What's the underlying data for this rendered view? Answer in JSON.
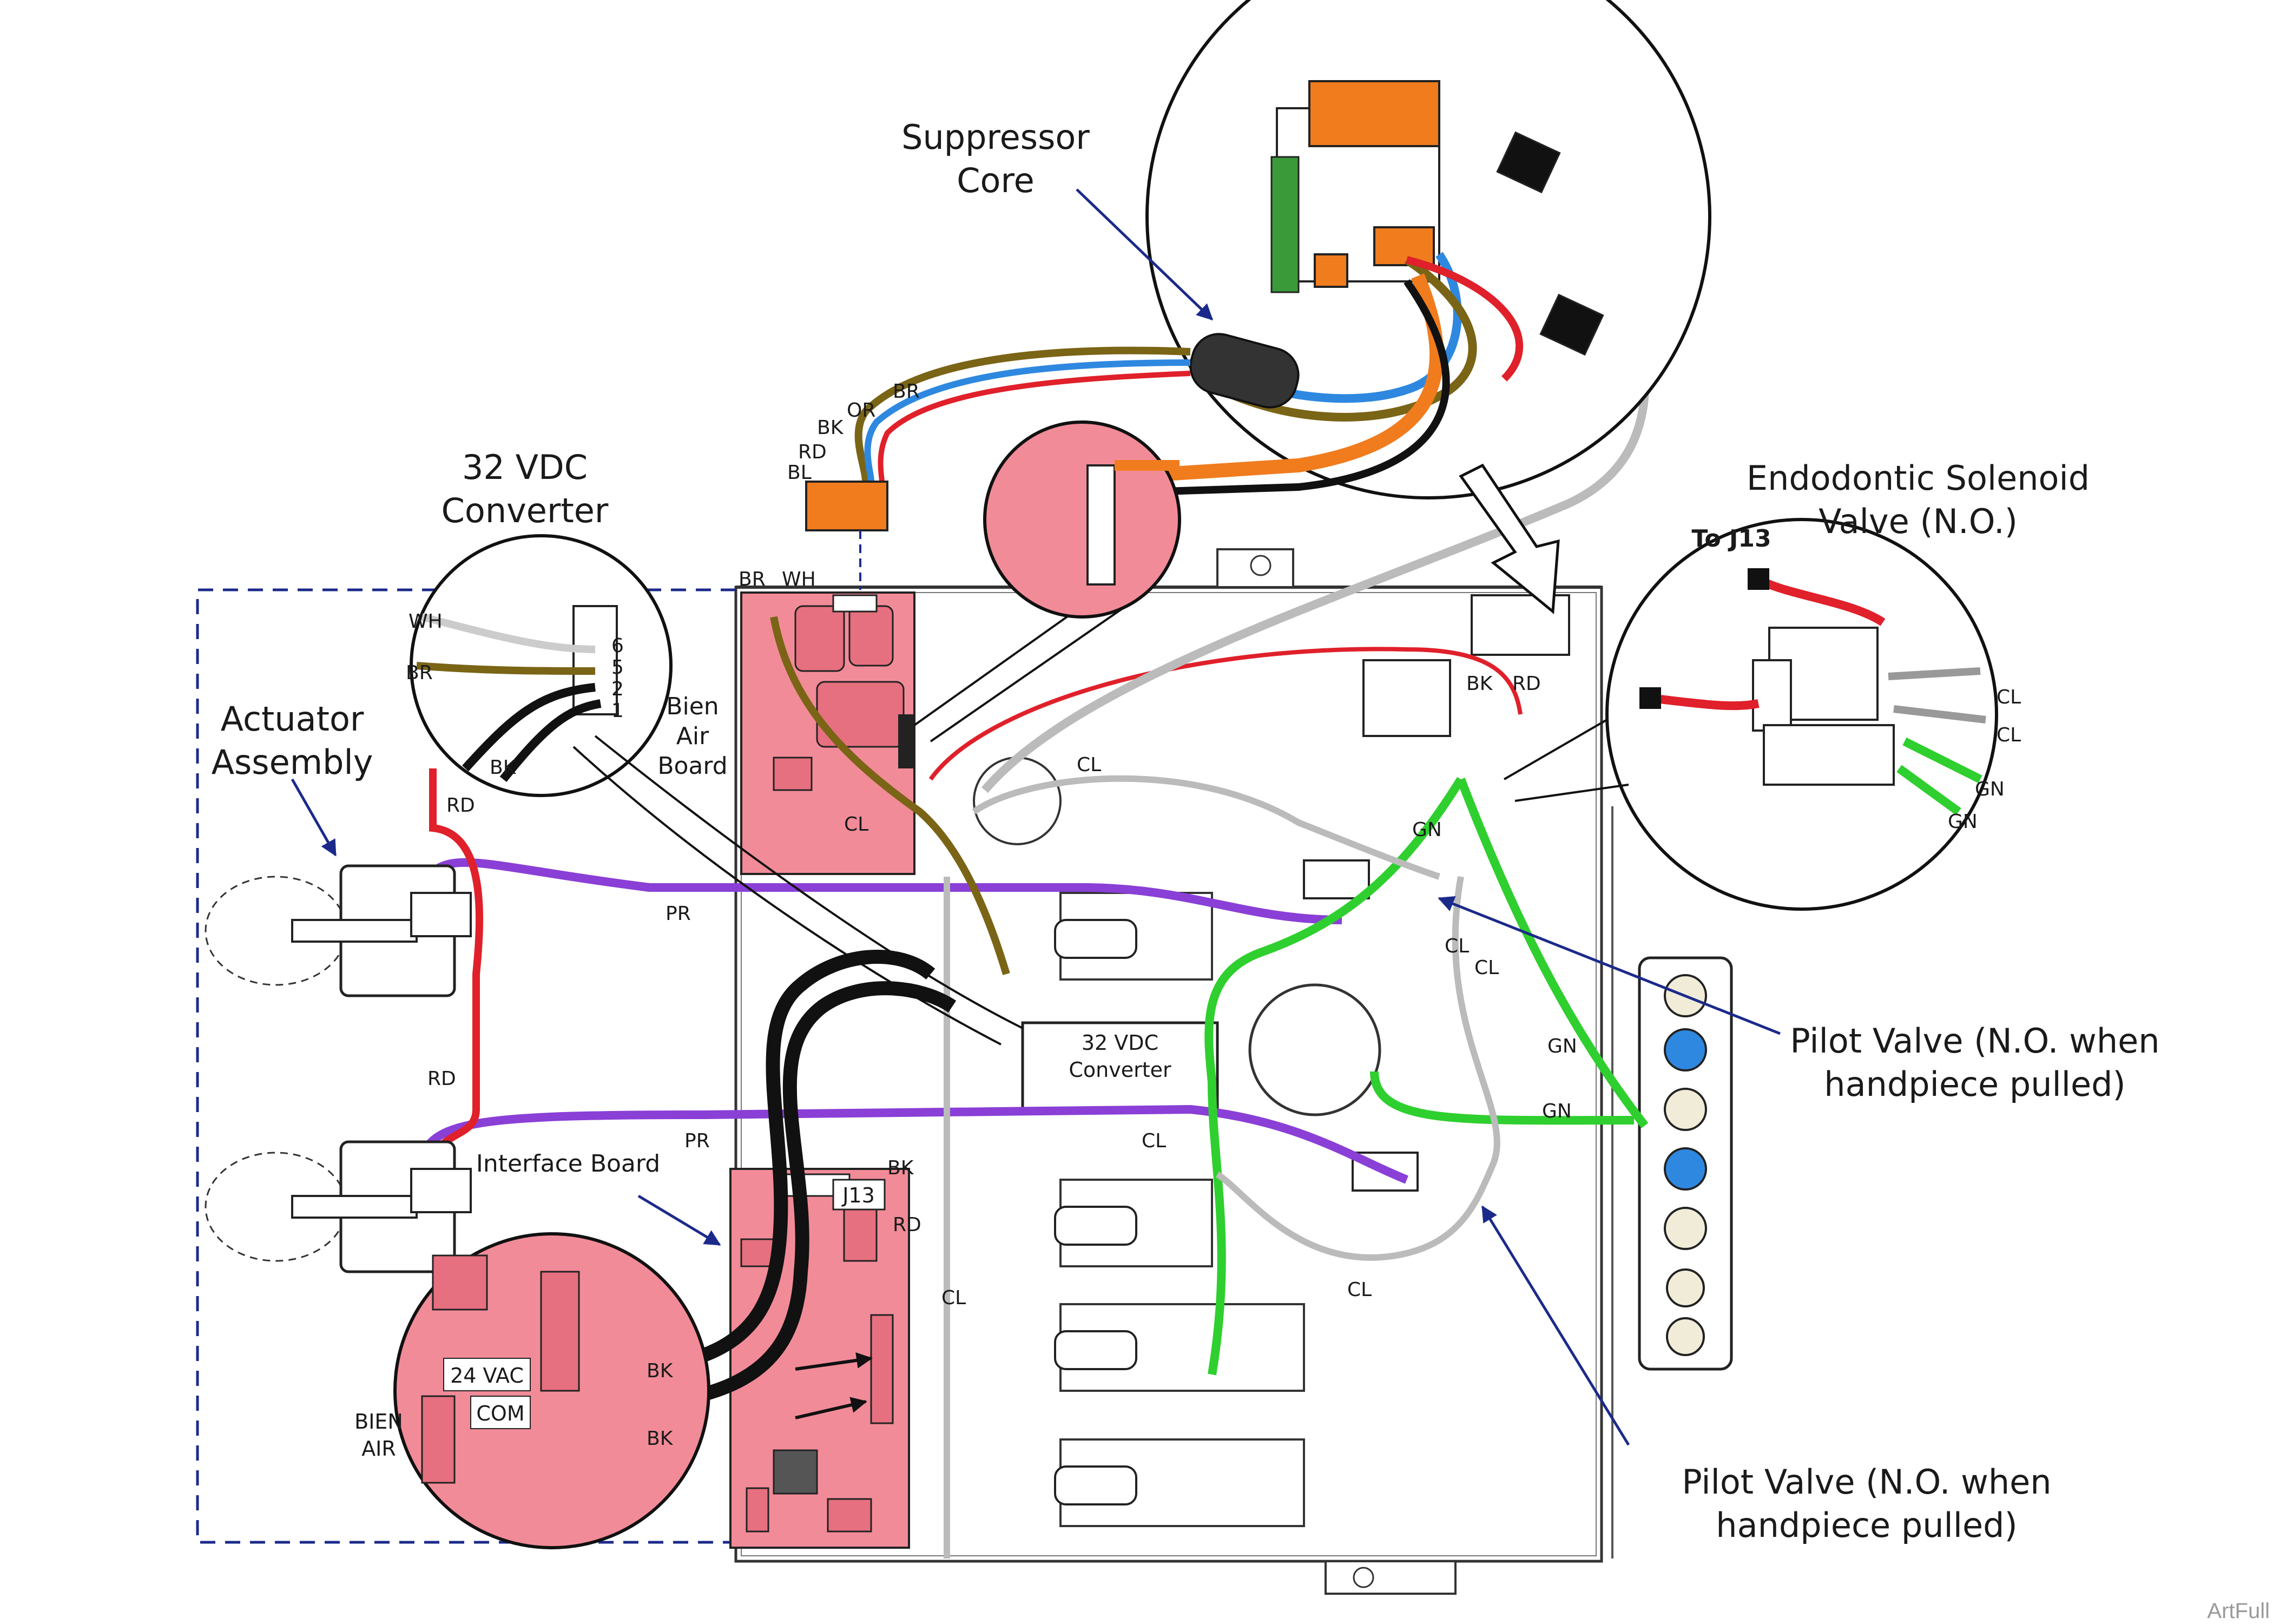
{
  "callouts": {
    "suppressor_core": [
      "Suppressor",
      "Core"
    ],
    "converter_32vdc": [
      "32 VDC",
      "Converter"
    ],
    "actuator_assembly": [
      "Actuator",
      "Assembly"
    ],
    "bien_air_board": [
      "Bien",
      "Air",
      "Board"
    ],
    "interface_board": "Interface Board",
    "endodontic_valve": [
      "Endodontic Solenoid",
      "Valve (N.O.)"
    ],
    "to_j13": "To J13",
    "pilot_valve_upper": [
      "Pilot Valve (N.O. when",
      "handpiece pulled)"
    ],
    "pilot_valve_lower": [
      "Pilot Valve (N.O. when",
      "handpiece pulled)"
    ],
    "converter_box": [
      "32 VDC",
      "Converter"
    ],
    "j13": "J13",
    "vac24": "24 VAC",
    "com": "COM",
    "bien_air_inset": [
      "BIEN",
      "AIR"
    ]
  },
  "pins": [
    "6",
    "5",
    "2",
    "1"
  ],
  "wire_labels": {
    "br": "BR",
    "bk": "BK",
    "or": "OR",
    "rd": "RD",
    "bl": "BL",
    "wh": "WH",
    "pr": "PR",
    "cl": "CL",
    "gn": "GN"
  },
  "watermark": "ArtFull",
  "colors": {
    "pink": "#f28b98",
    "purple": "#8a3fd6",
    "green": "#2fcf2f",
    "red": "#e0202a",
    "blue": "#2e88e0",
    "orange": "#f07c1e",
    "brown": "#7a6416",
    "callout_line": "#1b2a8a"
  }
}
